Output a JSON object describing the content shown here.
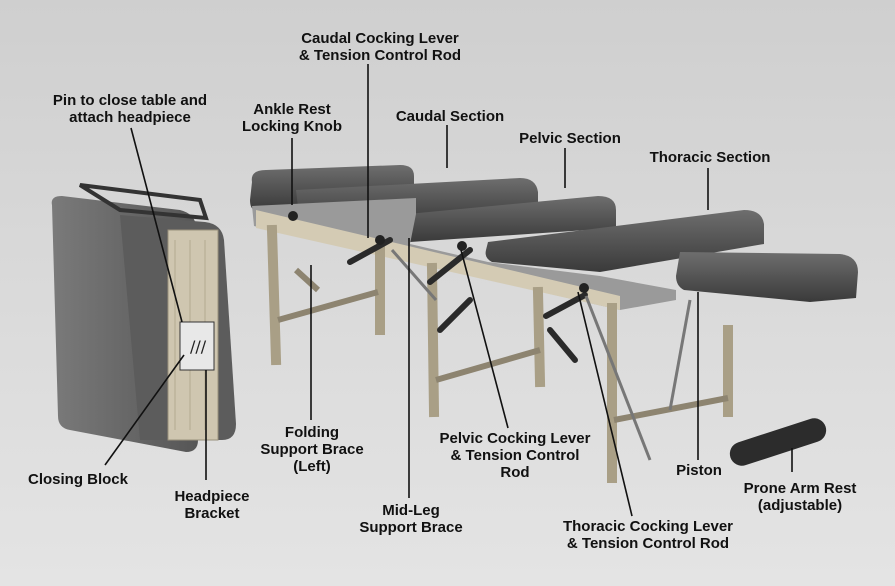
{
  "labels": {
    "caudal_cocking_lever": [
      "Caudal Cocking Lever",
      "& Tension Control Rod"
    ],
    "pin_close_table": [
      "Pin to close table and",
      "attach headpiece"
    ],
    "ankle_rest_knob": [
      "Ankle Rest",
      "Locking Knob"
    ],
    "caudal_section": "Caudal Section",
    "pelvic_section": "Pelvic Section",
    "thoracic_section": "Thoracic Section",
    "folding_support_brace": [
      "Folding",
      "Support Brace",
      "(Left)"
    ],
    "pelvic_cocking_lever": [
      "Pelvic Cocking Lever",
      "& Tension Control",
      "Rod"
    ],
    "closing_block": "Closing Block",
    "headpiece_bracket": [
      "Headpiece",
      "Bracket"
    ],
    "mid_leg_brace": [
      "Mid-Leg",
      "Support Brace"
    ],
    "piston": "Piston",
    "prone_arm_rest": [
      "Prone Arm Rest",
      "(adjustable)"
    ],
    "thoracic_cocking_lever": [
      "Thoracic Cocking Lever",
      "& Tension Control Rod"
    ]
  },
  "colors": {
    "background": "#d9d9d9",
    "cushion": "#4a4a4a",
    "wood": "#c9bfa8",
    "label": "#111111"
  }
}
